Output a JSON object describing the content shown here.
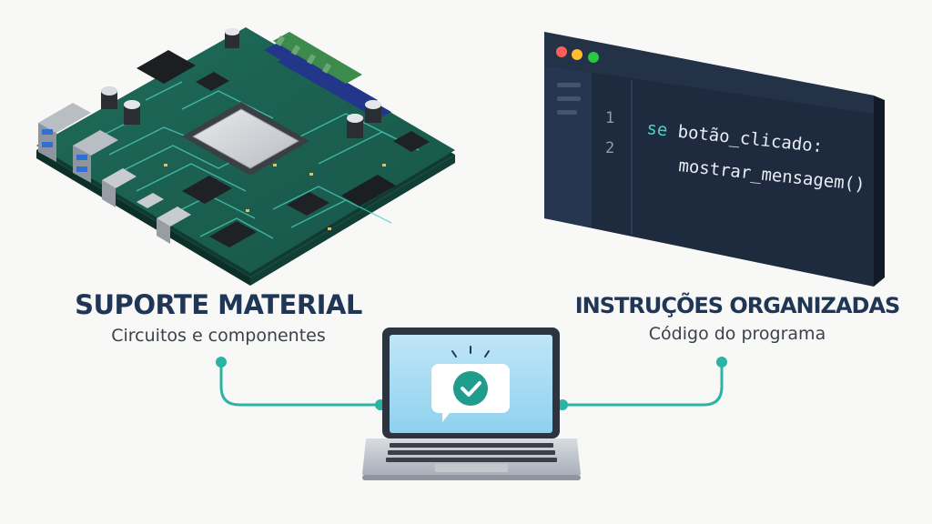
{
  "left": {
    "title": "SUPORTE MATERIAL",
    "subtitle": "Circuitos e componentes",
    "illustration": "motherboard-icon"
  },
  "right": {
    "title": "INSTRUÇÕES ORGANIZADAS",
    "subtitle": "Código do programa",
    "illustration": "code-editor-window",
    "editor": {
      "line_numbers": [
        "1",
        "2"
      ],
      "line1_keyword": "se",
      "line1_rest": " botão_clicado:",
      "line2": "mostrar_mensagem()",
      "window_dots": [
        "#ff5f57",
        "#febc2e",
        "#28c840"
      ]
    }
  },
  "center": {
    "illustration": "laptop-icon",
    "screen_icon": "checkmark-chat-icon"
  },
  "colors": {
    "accent": "#2bb3a3",
    "title": "#1f3657",
    "editor_bg": "#1e2a3e",
    "keyword": "#4fd1c5"
  }
}
